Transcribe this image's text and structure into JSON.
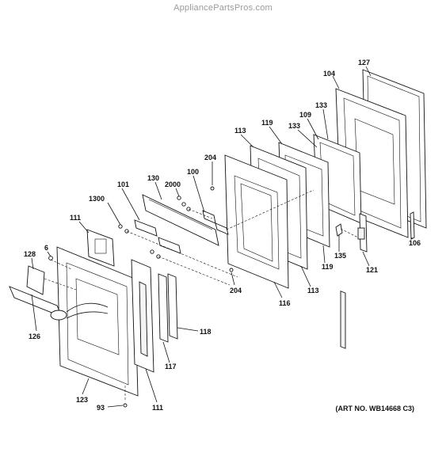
{
  "watermark": "AppliancePartsPros.com",
  "art_number": "(ART NO. WB14668 C3)",
  "callouts": {
    "c127": "127",
    "c104": "104",
    "c133a": "133",
    "c109": "109",
    "c133b": "133",
    "c119a": "119",
    "c113a": "113",
    "c204a": "204",
    "c130": "130",
    "c100": "100",
    "c2000": "2000",
    "c101": "101",
    "c1300": "1300",
    "c111a": "111",
    "c6": "6",
    "c128": "128",
    "c126": "126",
    "c123": "123",
    "c93": "93",
    "c111b": "111",
    "c117": "117",
    "c118": "118",
    "c204b": "204",
    "c116": "116",
    "c113b": "113",
    "c119b": "119",
    "c135": "135",
    "c121": "121",
    "c106": "106"
  }
}
